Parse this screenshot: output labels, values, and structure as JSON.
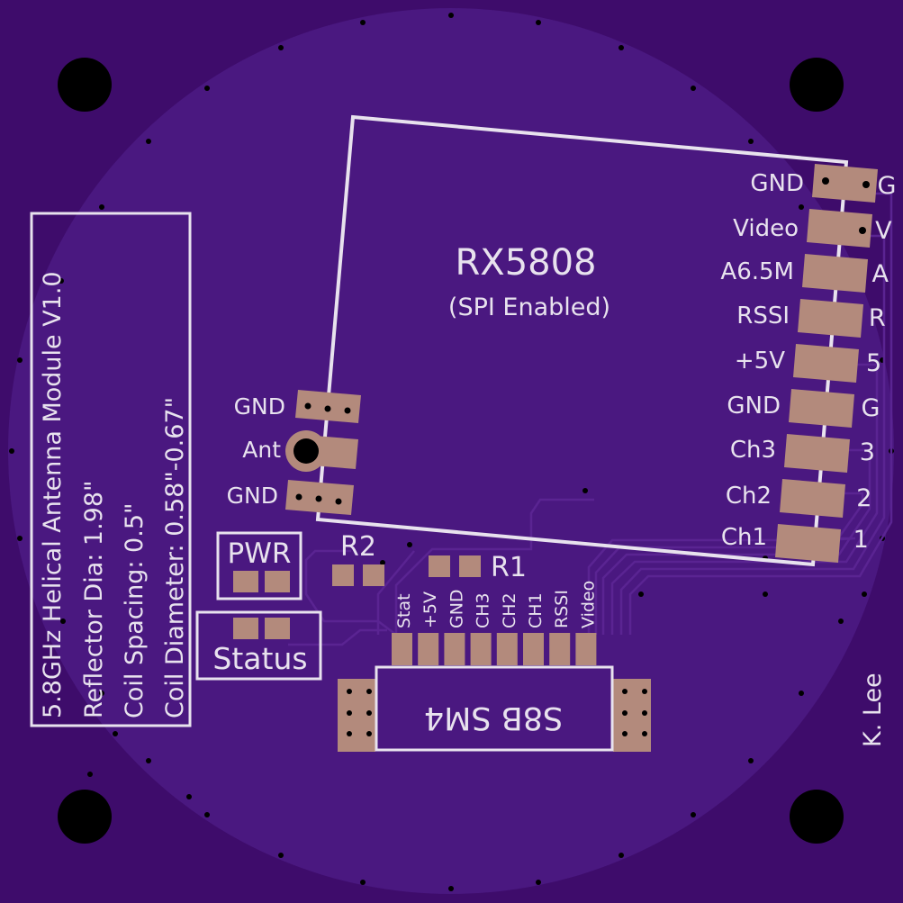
{
  "board": {
    "colors": {
      "substrate": "#3e0c6b",
      "copper_pour": "#4a1880",
      "trace": "#5a2492",
      "pad": "#b38a7c",
      "silkscreen": "#e8e2ee",
      "hole": "#000000"
    },
    "module": {
      "title": "RX5808",
      "subtitle": "(SPI Enabled)"
    },
    "info_box": {
      "lines": [
        "5.8GHz Helical Antenna Module V1.0",
        "Reflector Dia: 1.98\"",
        "Coil Spacing: 0.5\"",
        "Coil Diameter: 0.58\"-0.67\""
      ]
    },
    "rx_pins": [
      {
        "label": "GND",
        "code": "G"
      },
      {
        "label": "Video",
        "code": "V"
      },
      {
        "label": "A6.5M",
        "code": "A"
      },
      {
        "label": "RSSI",
        "code": "R"
      },
      {
        "label": "+5V",
        "code": "5"
      },
      {
        "label": "GND",
        "code": "G"
      },
      {
        "label": "Ch3",
        "code": "3"
      },
      {
        "label": "Ch2",
        "code": "2"
      },
      {
        "label": "Ch1",
        "code": "1"
      }
    ],
    "antenna_pins": [
      "GND",
      "Ant",
      "GND"
    ],
    "pwr_label": "PWR",
    "status_label": "Status",
    "r1_label": "R1",
    "r2_label": "R2",
    "connector": {
      "label": "S8B SM4",
      "pins": [
        "Stat",
        "+5V",
        "GND",
        "CH3",
        "CH2",
        "CH1",
        "RSSI",
        "Video"
      ]
    },
    "author": "K. Lee"
  }
}
